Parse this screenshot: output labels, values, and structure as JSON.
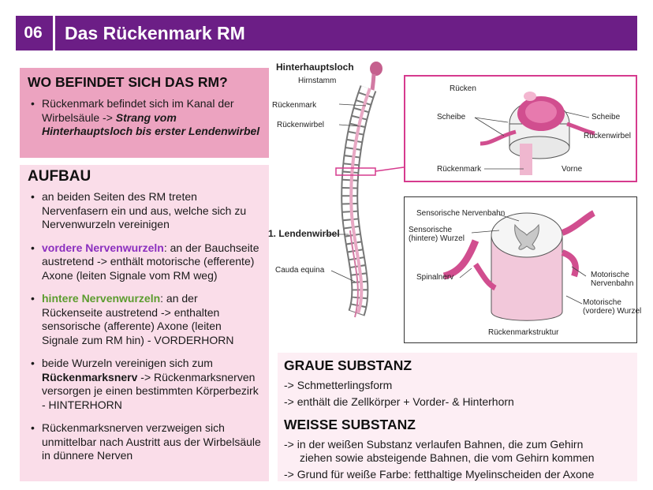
{
  "header": {
    "number": "06",
    "title": "Das Rückenmark RM"
  },
  "location": {
    "heading": "WO BEFINDET SICH DAS RM?",
    "text": "Rückenmark befindet sich im Kanal der Wirbelsäule -> ",
    "emphasis": "Strang vom Hinterhauptsloch bis erster Lendenwirbel"
  },
  "aufbau": {
    "heading": "AUFBAU",
    "item1": "an beiden Seiten des RM treten Nervenfasern ein und aus, welche sich zu Nervenwurzeln vereinigen",
    "item2_term": "vordere Nervenwurzeln",
    "item2_text": ": an der Bauchseite austretend -> enthält motorische (efferente) Axone (leiten Signale vom RM weg)",
    "item3_term": "hintere Nervenwurzeln",
    "item3_text": ": an der Rückenseite austretend -> enthalten sensorische (afferente) Axone (leiten Signale zum RM hin) - VORDERHORN",
    "item4_pre": "beide Wurzeln vereinigen sich zum ",
    "item4_term": "Rückenmarksnerv",
    "item4_text": " -> Rückenmarksnerven versorgen je einen bestimmten Körperbezirk - HINTERHORN",
    "item5": "Rückenmarksnerven verzweigen sich unmittelbar nach Austritt aus der Wirbelsäule in dünnere Nerven"
  },
  "spine_labels": {
    "hinterhauptsloch": "Hinterhauptsloch",
    "hirnstamm": "Hirnstamm",
    "rueckenmark": "Rückenmark",
    "rueckenwirbel": "Rückenwirbel",
    "lendenwirbel": "1. Lendenwirbel",
    "cauda": "Cauda equina"
  },
  "detail_top": {
    "ruecken": "Rücken",
    "scheibe_left": "Scheibe",
    "scheibe_right": "Scheibe",
    "rueckenwirbel": "Rückenwirbel",
    "rueckenmark": "Rückenmark",
    "vorne": "Vorne"
  },
  "detail_bottom": {
    "sens_bahn": "Sensorische Nervenbahn",
    "sens_wurzel_1": "Sensorische",
    "sens_wurzel_2": "(hintere) Wurzel",
    "spinalnerv": "Spinalnerv",
    "mot_bahn_1": "Motorische",
    "mot_bahn_2": "Nervenbahn",
    "mot_wurzel_1": "Motorische",
    "mot_wurzel_2": "(vordere) Wurzel",
    "struktur": "Rückenmarkstruktur"
  },
  "substanz": {
    "grau_heading": "GRAUE SUBSTANZ",
    "grau_1": "-> Schmetterlingsform",
    "grau_2": "-> enthält die Zellkörper + Vorder- & Hinterhorn",
    "weiss_heading": "WEISSE SUBSTANZ",
    "weiss_1a": "-> in der weißen Substanz verlaufen Bahnen, die zum Gehirn",
    "weiss_1b": "ziehen sowie absteigende Bahnen, die vom Gehirn kommen",
    "weiss_2": "-> Grund für weiße Farbe: fetthaltige Myelinscheiden der Axone"
  },
  "colors": {
    "header": "#6c1e86",
    "location_bg": "#eca3c0",
    "aufbau_bg": "#fadde9",
    "accent_pink": "#d63b8e",
    "ventral_root": "#8b2fbf",
    "dorsal_root": "#5c9c2f"
  }
}
